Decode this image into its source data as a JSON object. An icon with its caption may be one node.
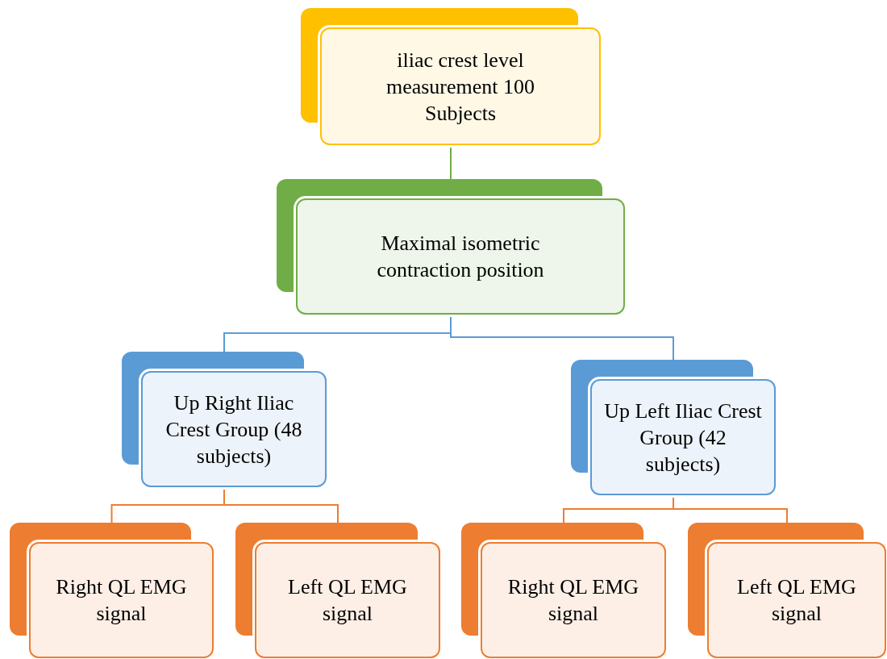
{
  "diagram": {
    "nodes": [
      {
        "text": [
          "iliac crest level measurement 100 Subjects"
        ]
      },
      {
        "text": [
          "Maximal isometric contraction position"
        ]
      },
      {
        "text": [
          "Up Right Iliac Crest Group (48 subjects)"
        ]
      },
      {
        "text": [
          "Up Left Iliac Crest Group (42 subjects)"
        ]
      },
      {
        "text": [
          "Right QL EMG signal"
        ]
      },
      {
        "text": [
          "Left QL  EMG signal"
        ]
      },
      {
        "text": [
          "Right QL EMG signal"
        ]
      },
      {
        "text": [
          "Left QL EMG signal"
        ]
      }
    ],
    "edges": [
      {
        "from": 0,
        "to": 1,
        "arrow": "none",
        "color": "#70ad47"
      },
      {
        "from": 1,
        "to": 2,
        "arrow": "none",
        "color": "#5b9bd5"
      },
      {
        "from": 1,
        "to": 3,
        "arrow": "none",
        "color": "#5b9bd5"
      },
      {
        "from": 2,
        "to": 4,
        "arrow": "none",
        "color": "#ed7d31"
      },
      {
        "from": 2,
        "to": 5,
        "arrow": "none",
        "color": "#ed7d31"
      },
      {
        "from": 3,
        "to": 6,
        "arrow": "none",
        "color": "#ed7d31"
      },
      {
        "from": 3,
        "to": 7,
        "arrow": "none",
        "color": "#ed7d31"
      }
    ]
  }
}
